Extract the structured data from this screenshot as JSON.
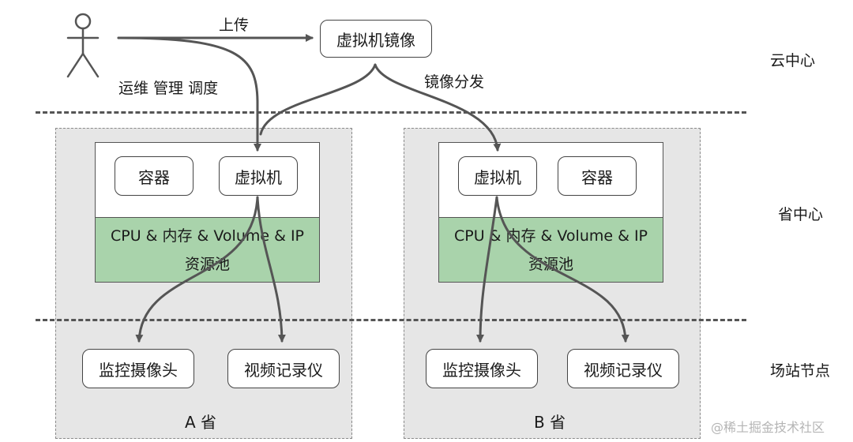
{
  "cloud_vm_image": "虚拟机镜像",
  "edge_upload": "上传",
  "edge_ops": "运维 管理 调度",
  "edge_distribute": "镜像分发",
  "tiers": {
    "cloud": "云中心",
    "province": "省中心",
    "site": "场站节点"
  },
  "province_a": {
    "caption": "A 省",
    "container": "容器",
    "vm": "虚拟机",
    "pool_line1": "CPU & 内存 & Volume & IP",
    "pool_line2": "资源池",
    "camera": "监控摄像头",
    "recorder": "视频记录仪"
  },
  "province_b": {
    "caption": "B 省",
    "vm": "虚拟机",
    "container": "容器",
    "pool_line1": "CPU & 内存 & Volume & IP",
    "pool_line2": "资源池",
    "camera": "监控摄像头",
    "recorder": "视频记录仪"
  },
  "watermark": "@稀土掘金技术社区",
  "colors": {
    "pool": "#a9d3ab",
    "province_bg": "#e6e6e6",
    "line": "#555555"
  }
}
